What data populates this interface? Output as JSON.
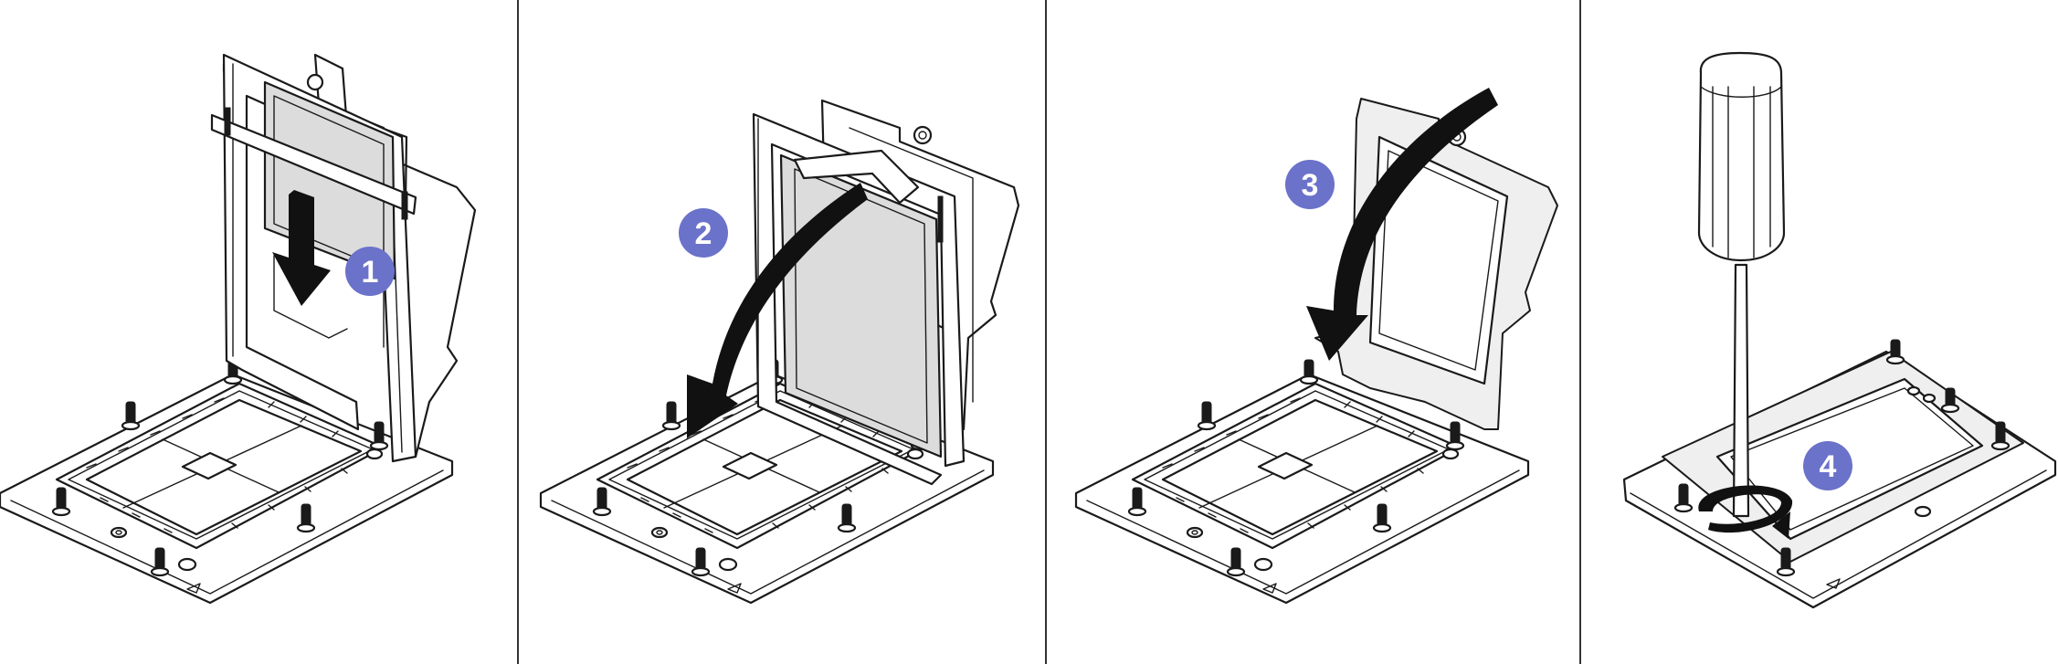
{
  "figure": {
    "accent_color": "#6b72c9",
    "divider_color": "#333333",
    "panels": [
      {
        "step": "1",
        "action": "press-down",
        "icon": "down-arrow-icon"
      },
      {
        "step": "2",
        "action": "rotate-down",
        "icon": "curved-arrow-icon"
      },
      {
        "step": "3",
        "action": "rotate-down",
        "icon": "curved-arrow-icon"
      },
      {
        "step": "4",
        "action": "tighten-screw",
        "icon": "screwdriver-icon"
      }
    ]
  }
}
